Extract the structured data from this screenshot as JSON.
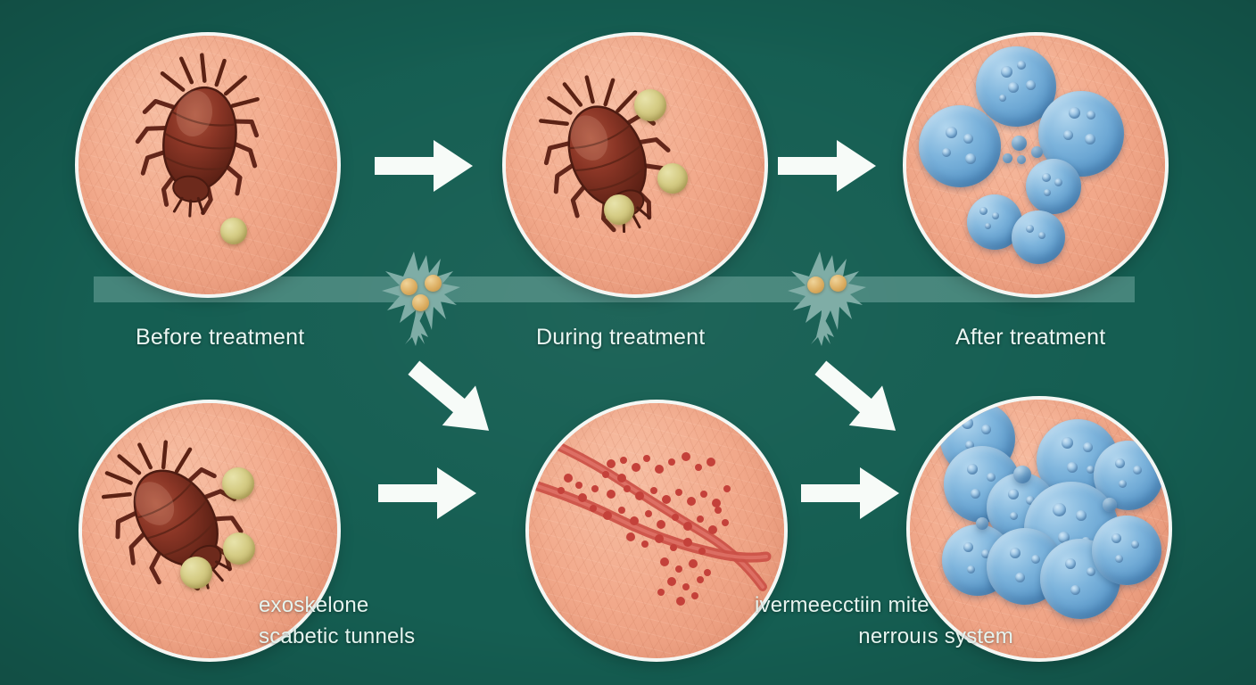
{
  "diagram": {
    "title": "Scabies mite treatment progression with ivermectin",
    "background_color": "#155e52",
    "accent_colors": {
      "board": "#155e52",
      "skin": "#f0a98a",
      "mite": "#7a2e20",
      "egg": "#c9bc6e",
      "vesicle": "#6aa8d8",
      "burrow": "#c84a42",
      "arrow": "#f6faf7",
      "band": "#b9e2db",
      "label_text": "#eaf6f2"
    }
  },
  "labels": {
    "stage_before": "Before treatment",
    "stage_during": "During treatment",
    "stage_after": "After treatment",
    "detail_left_line1": "exoskelone",
    "detail_left_line2": "scabetic tunnels",
    "detail_right_line1": "ivermeecctiin mite",
    "detail_right_line2": "nerrouıs system"
  },
  "panels": [
    {
      "id": "panel-before",
      "label": "Before treatment",
      "row": "top",
      "content": "one adult scabies mite with one egg on skin",
      "mite_count": 1,
      "egg_count": 1,
      "vesicle_count": 0
    },
    {
      "id": "panel-during",
      "label": "During treatment",
      "row": "top",
      "content": "one adult scabies mite with three eggs on skin",
      "mite_count": 1,
      "egg_count": 3,
      "vesicle_count": 0
    },
    {
      "id": "panel-after",
      "label": "After treatment",
      "row": "top",
      "content": "cluster of blue vesicles replacing the mite",
      "mite_count": 0,
      "egg_count": 0,
      "vesicle_count": 6
    },
    {
      "id": "panel-exoskeleton",
      "label": "exoskelone",
      "row": "bottom",
      "content": "adult mite exoskeleton with three eggs",
      "mite_count": 1,
      "egg_count": 3,
      "vesicle_count": 0
    },
    {
      "id": "panel-tunnels",
      "label": "scabetic tunnels",
      "row": "bottom",
      "content": "two red burrow tunnels with scattered inflammatory dots",
      "mite_count": 0,
      "egg_count": 0,
      "vesicle_count": 0,
      "tunnel_count": 2
    },
    {
      "id": "panel-nervous-system",
      "label": "ivermeecctiin mite nerrouıs system",
      "row": "bottom",
      "content": "dense cluster of large blue vesicles",
      "mite_count": 0,
      "egg_count": 0,
      "vesicle_count": 10
    }
  ],
  "arrows": [
    {
      "id": "arrow-before-to-during",
      "direction": "right",
      "from": "panel-before",
      "to": "panel-during"
    },
    {
      "id": "arrow-during-to-after",
      "direction": "right",
      "from": "panel-during",
      "to": "panel-after"
    },
    {
      "id": "arrow-before-to-tunnels",
      "direction": "down-right",
      "from": "panel-before",
      "to": "panel-tunnels"
    },
    {
      "id": "arrow-during-to-nervous",
      "direction": "down-right",
      "from": "panel-during",
      "to": "panel-nervous-system"
    },
    {
      "id": "arrow-exoskeleton-to-tunnels",
      "direction": "right",
      "from": "panel-exoskeleton",
      "to": "panel-tunnels"
    },
    {
      "id": "arrow-tunnels-to-nervous",
      "direction": "right",
      "from": "panel-tunnels",
      "to": "panel-nervous-system"
    }
  ],
  "ghost_mites": [
    {
      "id": "ghost-mite-left",
      "egg_count": 3
    },
    {
      "id": "ghost-mite-right",
      "egg_count": 2
    }
  ]
}
